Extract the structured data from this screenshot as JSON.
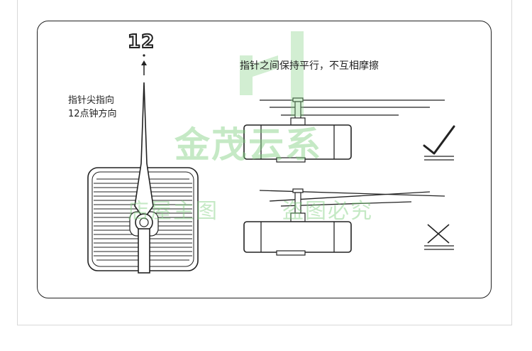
{
  "number_label": "12",
  "left_caption": {
    "line1": "指针尖指向",
    "line2": "12点钟方向"
  },
  "top_caption": "指针之间保持平行，不互相摩擦",
  "correct_mark": "check-icon",
  "wrong_mark": "cross-icon",
  "watermark": {
    "main": "金茂云系",
    "sub_left": "店屋主图",
    "sub_right": "盗图必究",
    "color": "#7fd07f"
  }
}
